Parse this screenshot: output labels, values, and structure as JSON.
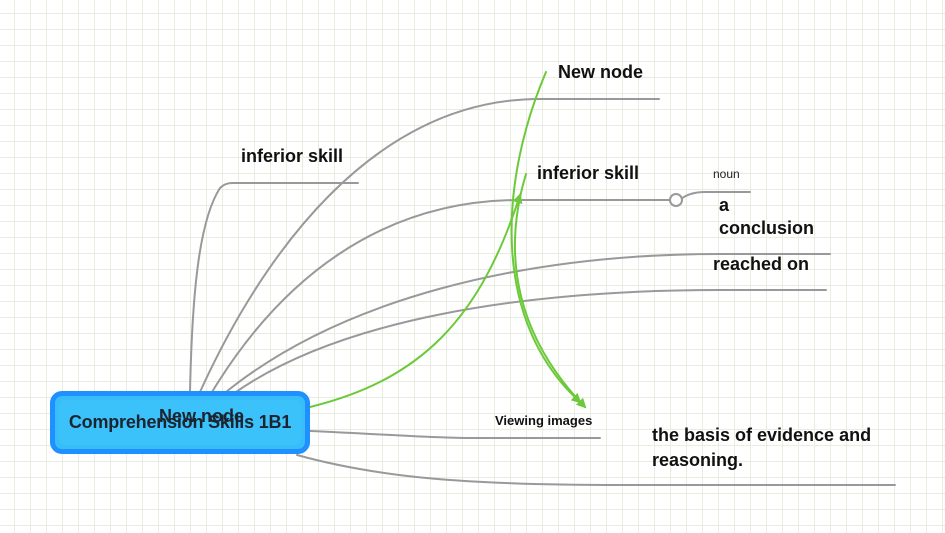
{
  "root": {
    "label": "Comprehension Skills 1B1"
  },
  "nodes": {
    "overlap_new_node": "New node",
    "new_node_top": "New node",
    "inferior_skill_left": "inferior skill",
    "inferior_skill_mid": "inferior skill",
    "noun": "noun",
    "a": "a",
    "conclusion": "conclusion",
    "reached_on": "reached on",
    "viewing_images": "Viewing images",
    "basis_line1": "the basis of evidence and",
    "basis_line2": "reasoning."
  },
  "colors": {
    "branch": "#999999",
    "relationship": "#6cc93a",
    "root_fill": "#3cc2fb",
    "root_border": "#1e90ff",
    "grid": "#e9eddf"
  }
}
